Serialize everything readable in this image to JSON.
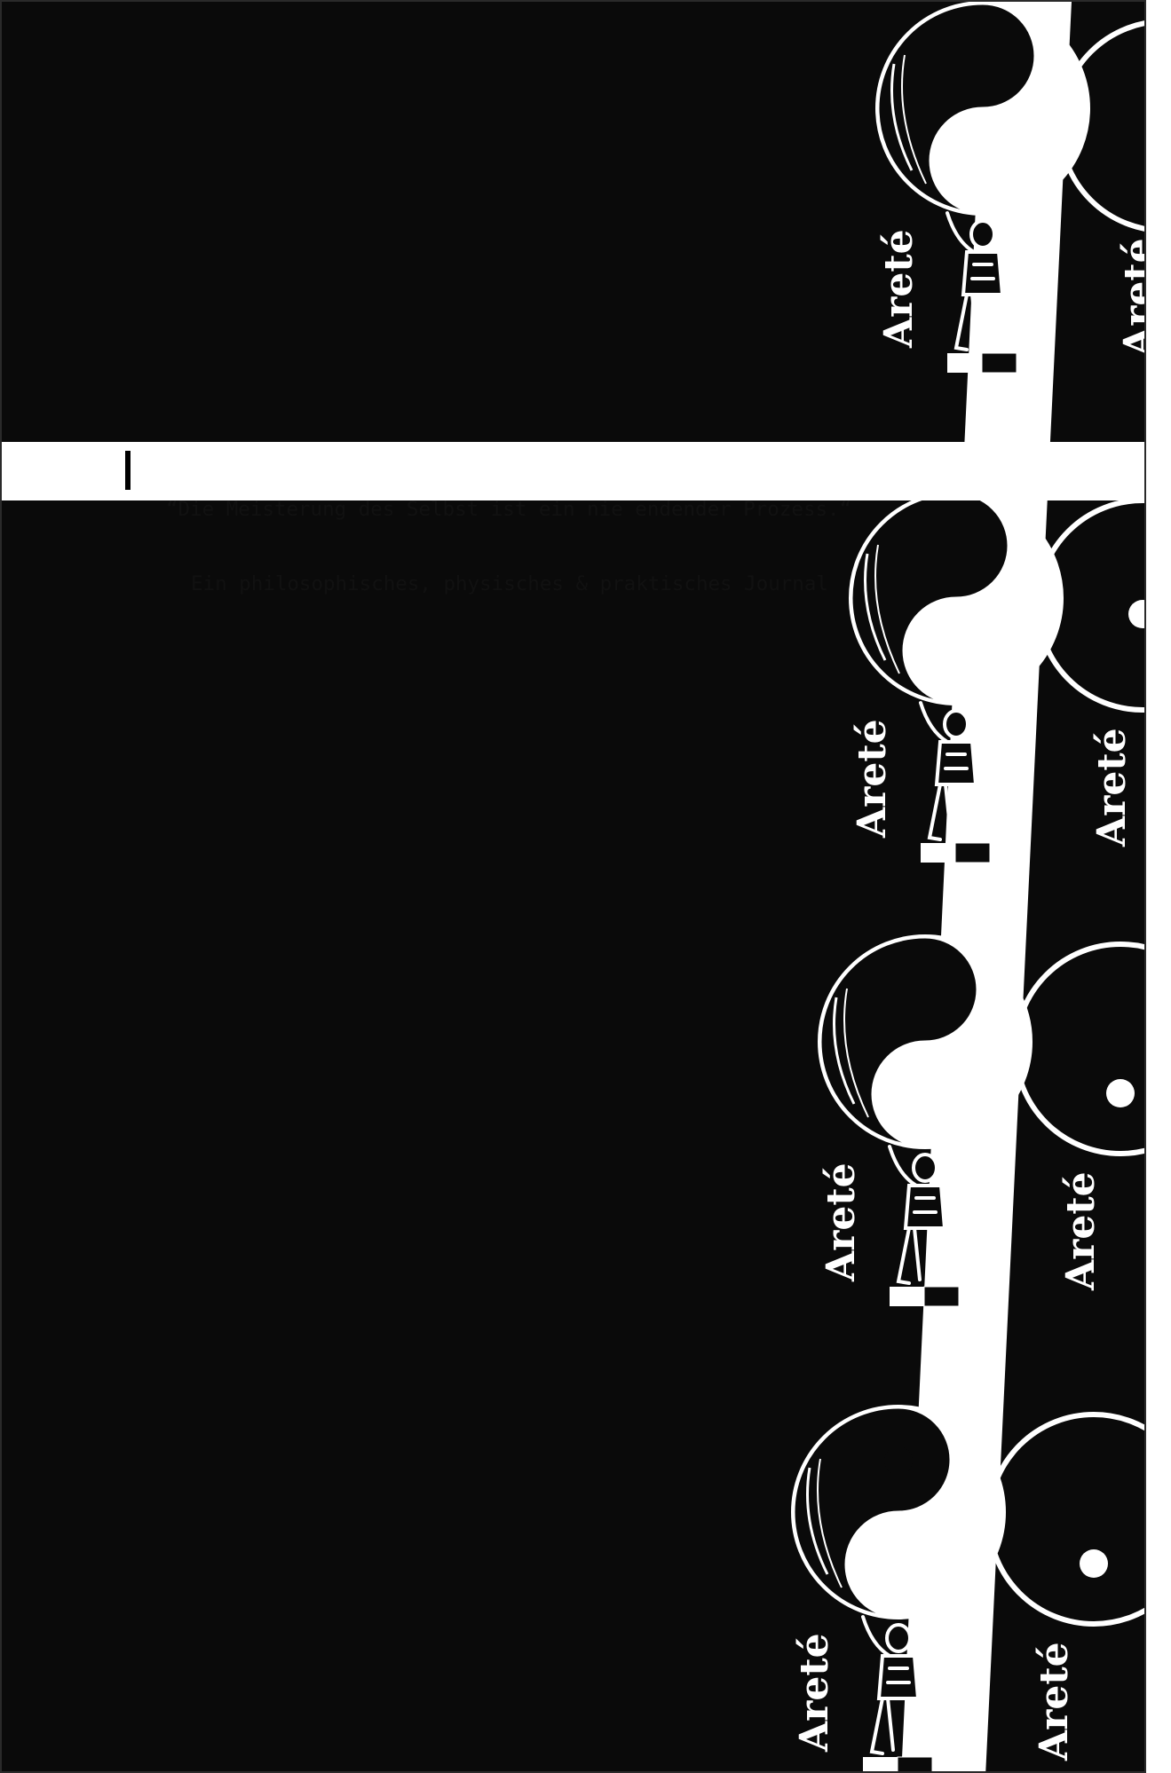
{
  "cover": {
    "quote": "“Die Meisterung des Selbst ist ein nie endender Prozess.“",
    "subtitle": "Ein philosophisches, physisches & praktisches Journal",
    "brand": "Areté",
    "badge": "Areté"
  },
  "colors": {
    "background": "#0a0a0a",
    "band": "#ffffff",
    "ink": "#ffffff"
  },
  "icons": [
    "yin-yang-icon",
    "atlas-figure-icon"
  ]
}
